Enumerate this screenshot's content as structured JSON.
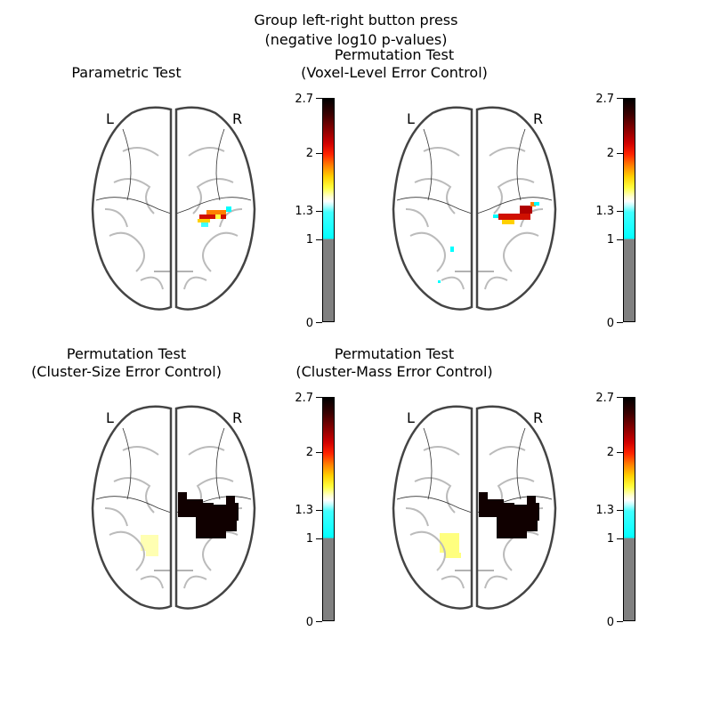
{
  "figure": {
    "title_line1": "Group left-right button press",
    "title_line2": "(negative log10 p-values)"
  },
  "panels": [
    {
      "title_line1": "Parametric Test",
      "title_line2": "",
      "left_label": "L",
      "right_label": "R"
    },
    {
      "title_line1": "Permutation Test",
      "title_line2": "(Voxel-Level Error Control)",
      "left_label": "L",
      "right_label": "R"
    },
    {
      "title_line1": "Permutation Test",
      "title_line2": "(Cluster-Size Error Control)",
      "left_label": "L",
      "right_label": "R"
    },
    {
      "title_line1": "Permutation Test",
      "title_line2": "(Cluster-Mass Error Control)",
      "left_label": "L",
      "right_label": "R"
    }
  ],
  "colorbar": {
    "ticks": [
      "2.7",
      "2",
      "1.3",
      "1",
      "0"
    ],
    "colormap": "cold_hot",
    "threshold_color": "#808080"
  },
  "colors": {
    "outline": "#444444",
    "sulci": "#bbbbbb",
    "cluster_dark": "#100000",
    "cluster_light": "#ffff80",
    "activation_red": "#d01000",
    "activation_orange": "#ff8000",
    "activation_yellow": "#ffd000",
    "activation_cyan": "#00ffff"
  }
}
